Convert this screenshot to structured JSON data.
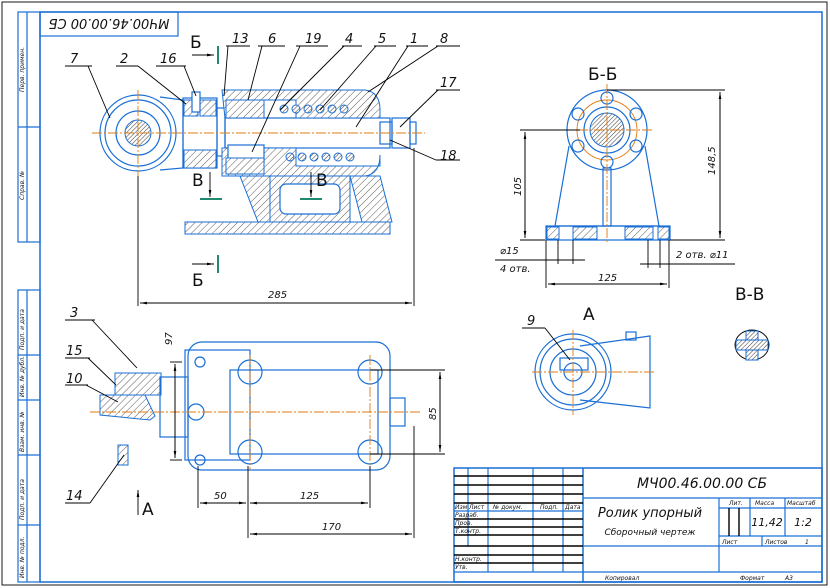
{
  "drawing": {
    "designation": "МЧ00.46.00.00 СБ",
    "designation_mirrored": "МЧ00.46.00.00 СБ",
    "title": "Ролик упорный",
    "subtitle": "Сборочный чертеж",
    "mass": "11,42",
    "scale": "1:2",
    "sheets_label": "Листов",
    "sheets_value": "1",
    "sheet_label": "Лист",
    "lit_label": "Лит.",
    "mass_label": "Масса",
    "scale_label": "Масштаб",
    "copied_label": "Копировал",
    "format_label": "Формат",
    "format_value": "А3"
  },
  "title_block": {
    "columns": [
      "Изм",
      "Лист",
      "№ докум.",
      "Подп.",
      "Дата"
    ],
    "roles": [
      "Разраб.",
      "Пров.",
      "Т.контр.",
      "",
      "Н.контр.",
      "Утв."
    ]
  },
  "side_stamps": {
    "top": [
      "Перв. примен.",
      "Справ. №"
    ],
    "bottom": [
      "Подп. и дата",
      "Инв. № дубл.",
      "Взам. инв. №",
      "Подп. и дата",
      "Инв. № подл."
    ]
  },
  "views": {
    "section_bb": "Б-Б",
    "section_vv": "В-В",
    "view_a": "А",
    "cut_b": "Б",
    "cut_v": "В",
    "arrow_a": "А"
  },
  "positions": {
    "front": [
      "7",
      "2",
      "16",
      "13",
      "6",
      "19",
      "4",
      "5",
      "1",
      "8",
      "17",
      "18"
    ],
    "plan": [
      "3",
      "15",
      "10",
      "14"
    ],
    "view_a": [
      "9"
    ]
  },
  "dimensions": {
    "overall_length": "285",
    "bb_height_total": "148,5",
    "bb_axis_height": "105",
    "bb_base": "125",
    "bb_hole_big": "⌀15",
    "bb_hole_big_count": "4 отв.",
    "bb_hole_small": "2 отв. ⌀11",
    "plan_width": "97",
    "plan_bolt": "85",
    "plan_a": "50",
    "plan_b": "125",
    "plan_c": "170"
  },
  "colors": {
    "outline": "#1a6fd6",
    "dimension": "#000000",
    "axis": "#e07a10",
    "cutline": "#1f8a70"
  }
}
